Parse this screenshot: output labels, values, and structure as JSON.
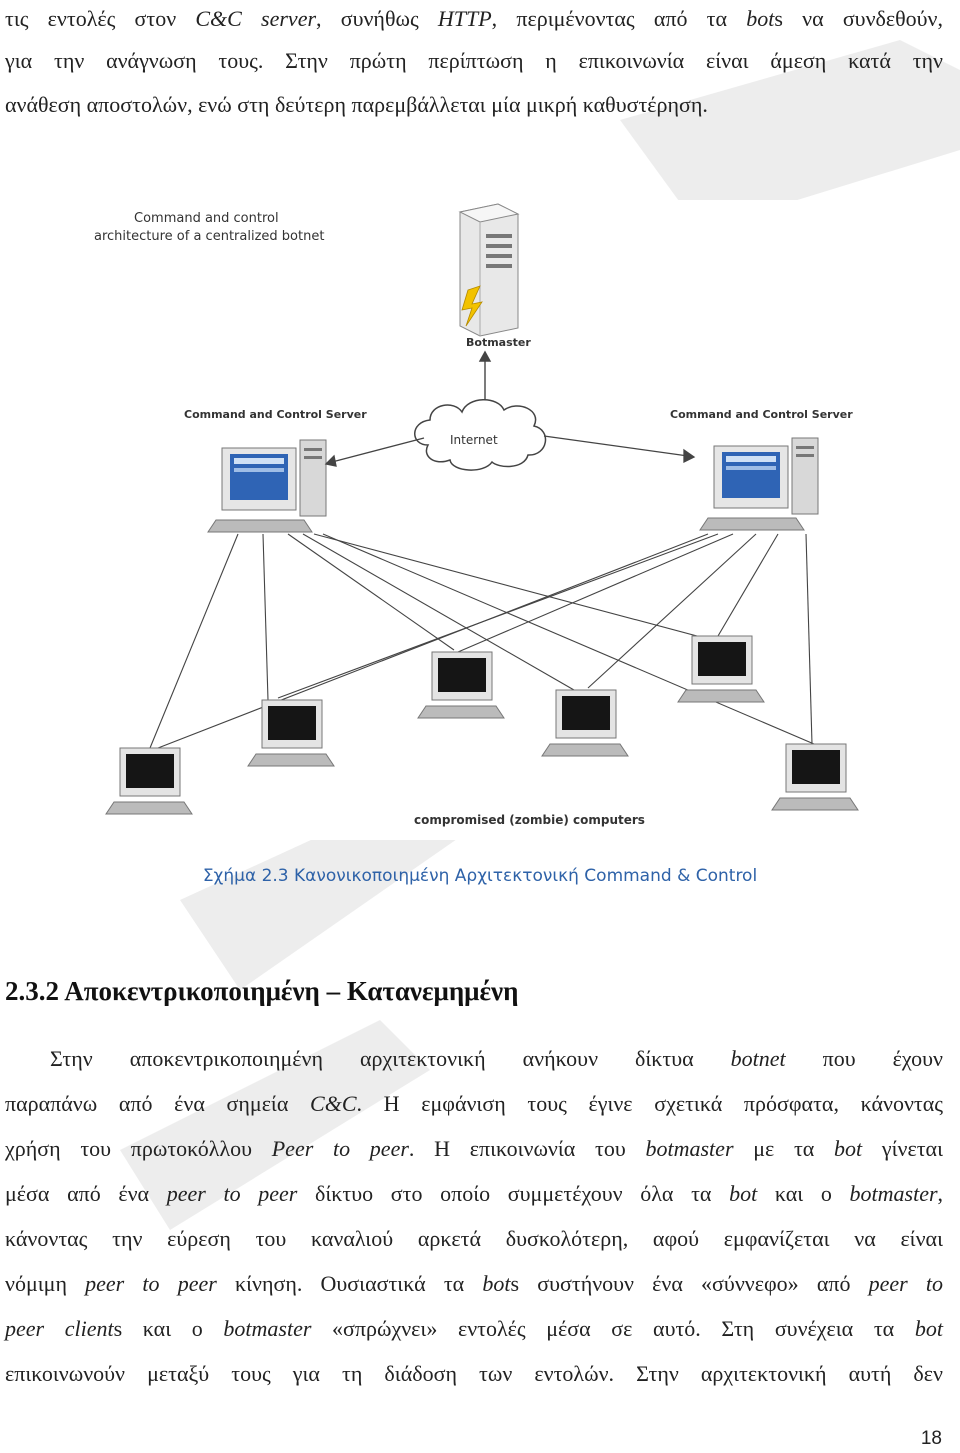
{
  "top_paragraph": {
    "line1": [
      "τις εντολές στον ",
      "C&C server",
      ", συνήθως ",
      "HTTP",
      ", περιμένοντας από τα ",
      "bot",
      "s να συνδεθούν,"
    ],
    "line2": "για την ανάγνωση τους. Στην πρώτη περίπτωση η επικοινωνία είναι άμεση κατά την",
    "line3": "ανάθεση αποστολών, ενώ στη δεύτερη παρεμβάλλεται μία μικρή καθυστέρηση."
  },
  "figure": {
    "title_line1": "Command and control",
    "title_line2": "architecture of a centralized botnet",
    "botmaster_label": "Botmaster",
    "cc_server_left_label": "Command and Control Server",
    "cc_server_right_label": "Command and Control Server",
    "internet_label": "Internet",
    "zombies_label": "compromised (zombie) computers"
  },
  "caption": "Σχήμα 2.3 Κανονικοποιημένη Αρχιτεκτονική Command & Control",
  "heading": "2.3.2 Αποκεντρικοποιημένη – Κατανεμημένη",
  "body_paragraph": {
    "l1": [
      "Στην αποκεντρικοποιημένη αρχιτεκτονική ανήκουν δίκτυα ",
      "botnet",
      " που έχουν"
    ],
    "l2": [
      "παραπάνω από ένα σημεία ",
      "C&C",
      ". Η εμφάνιση τους έγινε σχετικά πρόσφατα, κάνοντας"
    ],
    "l3": [
      "χρήση του πρωτοκόλλου ",
      "Peer to peer",
      ". Η επικοινωνία του ",
      "botmaster",
      " με τα ",
      "bot",
      " γίνεται"
    ],
    "l4": [
      "μέσα από ένα ",
      "peer to peer",
      " δίκτυο στο οποίο συμμετέχουν όλα τα ",
      "bot",
      " και ο ",
      "botmaster",
      ","
    ],
    "l5": "κάνοντας την εύρεση του καναλιού αρκετά δυσκολότερη, αφού εμφανίζεται να είναι",
    "l6": [
      "νόμιμη ",
      "peer to peer",
      " κίνηση. Ουσιαστικά τα ",
      "bot",
      "s συστήνουν ένα «σύννεφο» από ",
      "peer to"
    ],
    "l7": [
      "peer client",
      "s και ο ",
      "botmaster",
      " «σπρώχνει» εντολές μέσα σε αυτό. Στη συνέχεια τα ",
      "bot"
    ],
    "l8": "επικοινωνούν μεταξύ τους για τη διάδοση των εντολών. Στην αρχιτεκτονική αυτή δεν"
  },
  "page_number": "18"
}
